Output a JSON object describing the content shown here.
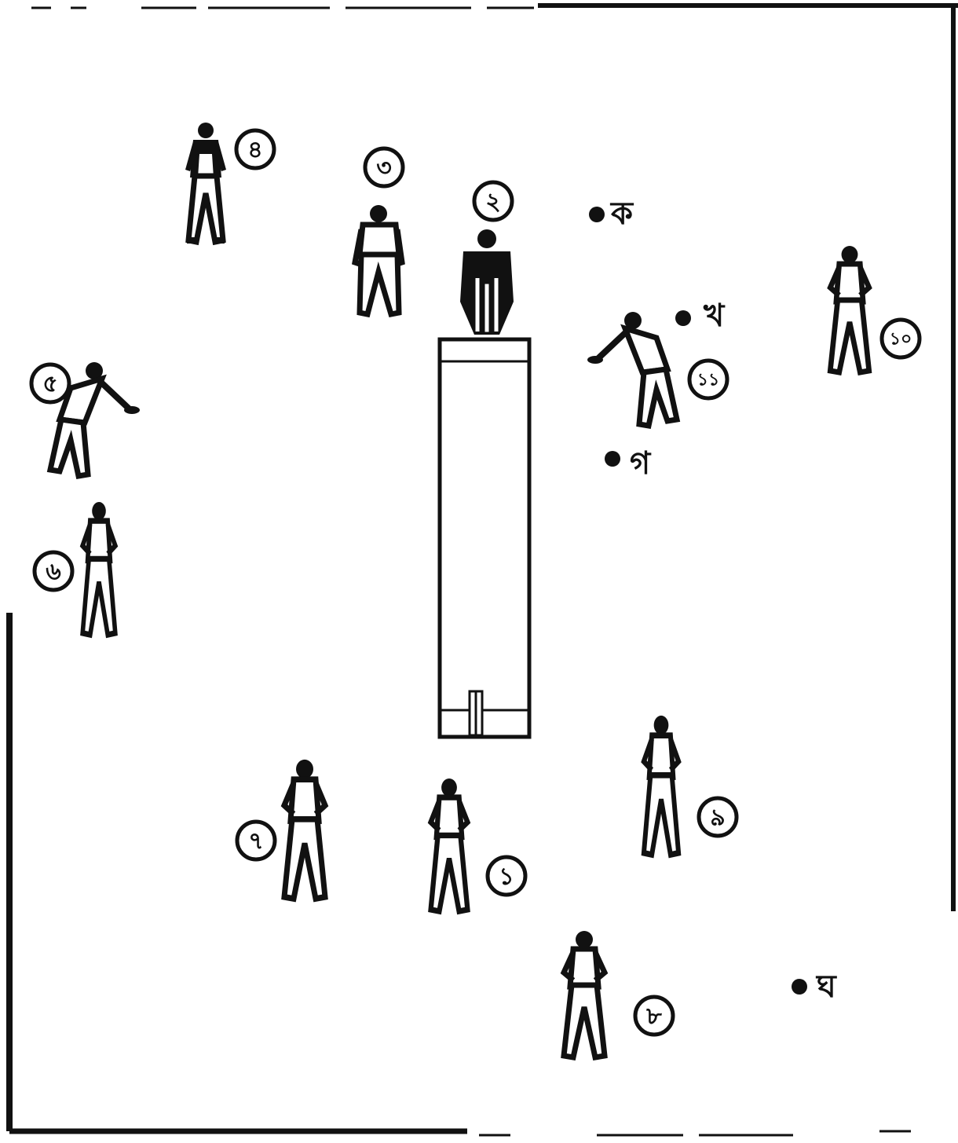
{
  "fielders": [
    {
      "id": "p1",
      "number": "১"
    },
    {
      "id": "p2",
      "number": "২"
    },
    {
      "id": "p3",
      "number": "৩"
    },
    {
      "id": "p4",
      "number": "৪"
    },
    {
      "id": "p5",
      "number": "৫"
    },
    {
      "id": "p6",
      "number": "৬"
    },
    {
      "id": "p7",
      "number": "৭"
    },
    {
      "id": "p8",
      "number": "৮"
    },
    {
      "id": "p9",
      "number": "৯"
    },
    {
      "id": "p10",
      "number": "১০"
    },
    {
      "id": "p11",
      "number": "১১"
    }
  ],
  "positions": [
    {
      "id": "ka",
      "label": "ক"
    },
    {
      "id": "kha",
      "label": "খ"
    },
    {
      "id": "ga",
      "label": "গ"
    },
    {
      "id": "gha",
      "label": "ঘ"
    }
  ],
  "colors": {
    "ink": "#111111",
    "background": "#ffffff"
  }
}
